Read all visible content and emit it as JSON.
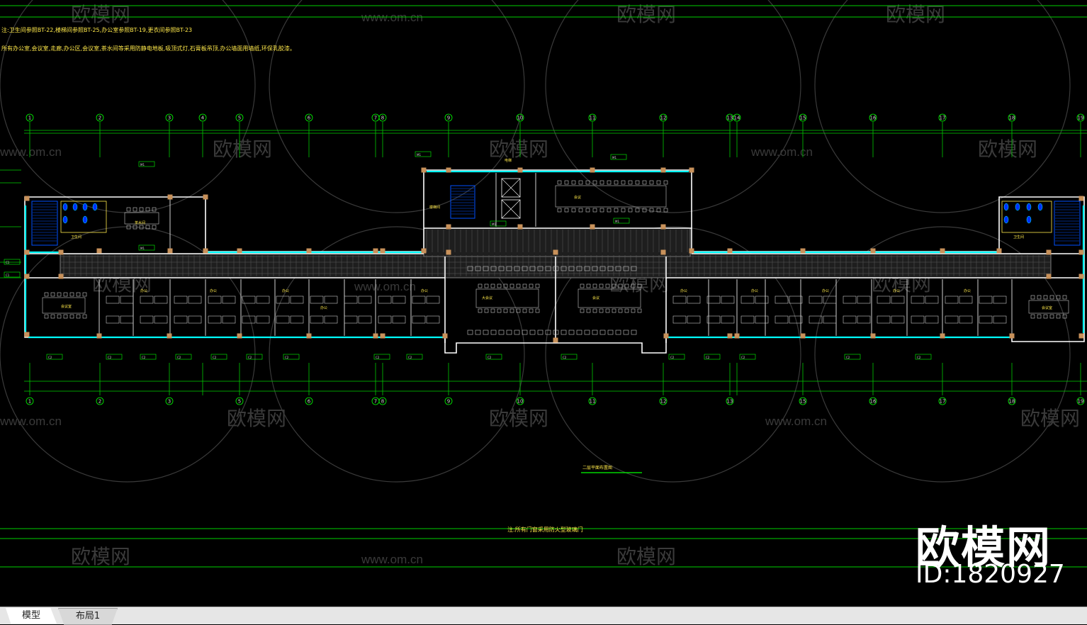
{
  "drawing": {
    "note_line1": "注:卫生间参照BT-22,楼梯间参照BT-25,办公室参照BT-19,更衣间参照BT-23",
    "note_line2": "所有办公室,会议室,走廊,办公区,会议室,茶水间等采用防静电地板,吸顶式灯,石膏板吊顶,办公墙面用墙纸,环保乳胶漆。",
    "plan_title": "二层平面布置图",
    "footnote": "注:所有门窗采用防火型玻璃门",
    "axis_top": [
      "1",
      "2",
      "3",
      "4",
      "5",
      "6",
      "7",
      "8",
      "9",
      "10",
      "11",
      "12",
      "13",
      "14",
      "15",
      "16",
      "17",
      "18",
      "19"
    ],
    "axis_bottom": [
      "1",
      "2",
      "3",
      "5",
      "6",
      "7",
      "8",
      "9",
      "10",
      "11",
      "12",
      "13",
      "15",
      "16",
      "17",
      "18",
      "19"
    ],
    "rooms": [
      "会议室",
      "办公",
      "办公",
      "办公",
      "办公",
      "办公",
      "大会议",
      "会议",
      "会议",
      "办公",
      "办公",
      "办公",
      "办公",
      "办公",
      "会议室",
      "电梯",
      "楼梯间",
      "卫生间",
      "卫生间",
      "茶水间"
    ],
    "tags": [
      "C1",
      "C1",
      "M1",
      "M1",
      "M1",
      "M1",
      "M1",
      "M1",
      "C2",
      "C2",
      "C2",
      "C2",
      "C2",
      "C2",
      "C2",
      "C2",
      "C2",
      "C2",
      "C2",
      "C2",
      "C2",
      "C2",
      "C2",
      "C2"
    ]
  },
  "watermark": {
    "url": "www.om.cn",
    "brand": "欧模网",
    "id_text": "ID:1820927"
  },
  "tabs": [
    {
      "label": "模型",
      "active": true
    },
    {
      "label": "布局1",
      "active": false
    }
  ],
  "colors": {
    "background": "#000000",
    "grid_green": "#00ff00",
    "wall_white": "#ffffff",
    "window_cyan": "#00ffff",
    "note_yellow": "#ffe94a",
    "column_tan": "#c8915a",
    "furniture_gray": "#c8c8c8"
  }
}
